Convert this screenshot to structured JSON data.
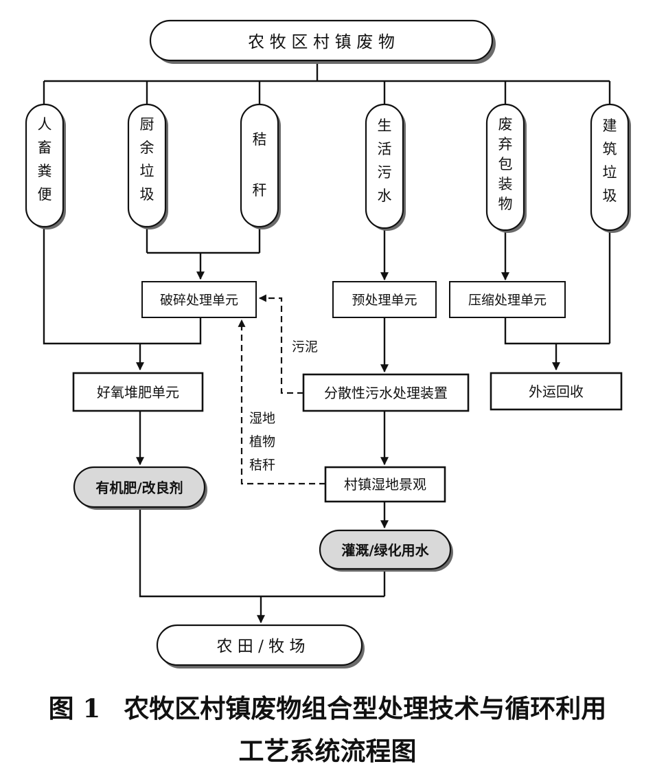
{
  "top_node": "农 牧 区 村 镇 废 物",
  "sources": [
    {
      "id": "manure",
      "chars": [
        "人",
        "畜",
        "粪",
        "便"
      ]
    },
    {
      "id": "kitchen",
      "chars": [
        "厨",
        "余",
        "垃",
        "圾"
      ]
    },
    {
      "id": "straw",
      "chars": [
        "秸",
        "秆"
      ]
    },
    {
      "id": "sewage",
      "chars": [
        "生",
        "活",
        "污",
        "水"
      ]
    },
    {
      "id": "packaging",
      "chars": [
        "废",
        "弃",
        "包",
        "装",
        "物"
      ]
    },
    {
      "id": "construction",
      "chars": [
        "建",
        "筑",
        "垃",
        "圾"
      ]
    }
  ],
  "units": {
    "crushing": "破碎处理单元",
    "pretreatment": "预处理单元",
    "compression": "压缩处理单元",
    "composting": "好氧堆肥单元",
    "sewage_device": "分散性污水处理装置",
    "external_recycling": "外运回收",
    "wetland": "村镇湿地景观"
  },
  "products": {
    "fertilizer": "有机肥/改良剂",
    "irrigation": "灌溉/绿化用水"
  },
  "labels": {
    "sludge": "污泥",
    "wetland_straw": [
      "湿地",
      "植物",
      "秸秆"
    ]
  },
  "sink": "农 田 / 牧 场",
  "caption": {
    "number": "图 1",
    "line1": "农牧区村镇废物组合型处理技术与循环利用",
    "line2": "工艺系统流程图"
  }
}
